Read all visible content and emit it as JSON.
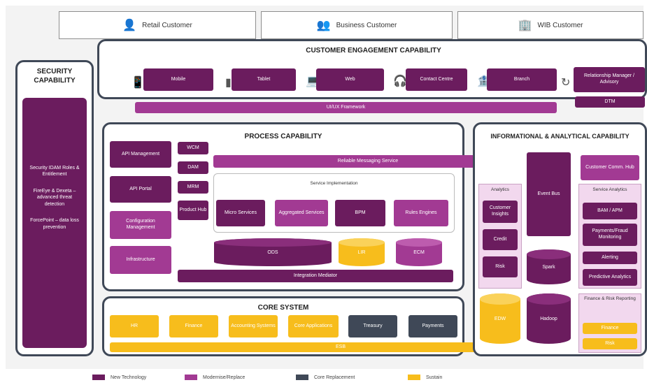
{
  "customers": [
    {
      "label": "Retail Customer",
      "icon": "person-icon"
    },
    {
      "label": "Business Customer",
      "icon": "group-icon"
    },
    {
      "label": "WIB Customer",
      "icon": "building-icon"
    }
  ],
  "security": {
    "title": "SECURITY CAPABILITY",
    "items": [
      "Security IDAM Roles & Entitlement",
      "FireEye & Dexeta – advanced threat detection",
      "ForcePoint – data loss prevention"
    ]
  },
  "engagement": {
    "title": "CUSTOMER ENGAGEMENT CAPABILITY",
    "channels": [
      "Mobile",
      "Tablet",
      "Web",
      "Contact Centre",
      "Branch",
      "Relationship Manager / Advisory"
    ],
    "framework": "UI/UX Framework",
    "dtm": "DTM"
  },
  "process": {
    "title": "PROCESS CAPABILITY",
    "left": [
      "API Management",
      "API Portal",
      "Configuration Management",
      "Infrastructure"
    ],
    "small": [
      "WCM",
      "DAM",
      "MRM",
      "Product Hub"
    ],
    "messaging": "Reliable Messaging Service",
    "service_impl": "Service Implementation",
    "services": [
      "Micro Services",
      "Aggregated Services",
      "BPM",
      "Rules Engines"
    ],
    "stores": [
      "ODS",
      "LIR",
      "ECM"
    ],
    "integration": "Integration Mediator"
  },
  "core": {
    "title": "CORE SYSTEM",
    "items": [
      "HR",
      "Finance",
      "Accounting Systems",
      "Core Applications",
      "Treasury",
      "Payments"
    ],
    "bar": "ESB"
  },
  "analytics": {
    "title": "INFORMATIONAL & ANALYTICAL CAPABILITY",
    "analytics_label": "Analytics",
    "analytics_items": [
      "Customer Insights",
      "Credit",
      "Risk"
    ],
    "eventbus": "Event Bus",
    "spark": "Spark",
    "edw": "EDW",
    "hadoop": "Hadoop",
    "ccc": "Customer Comm. Hub",
    "service_analytics": "Service Analytics",
    "service_items": [
      "BAM / APM",
      "Payments/Fraud Monitoring",
      "Alerting",
      "Predictive Analytics"
    ],
    "finance_risk": "Finance & Risk Reporting",
    "finance_items": [
      "Finance",
      "Risk"
    ]
  },
  "legend": [
    "New Technology",
    "Modernise/Replace",
    "Core Replacement",
    "Sustain"
  ],
  "colors": {
    "new": "#6b1c5e",
    "modernise": "#a23a93",
    "core": "#3f4857",
    "sustain": "#f7bd1c"
  }
}
